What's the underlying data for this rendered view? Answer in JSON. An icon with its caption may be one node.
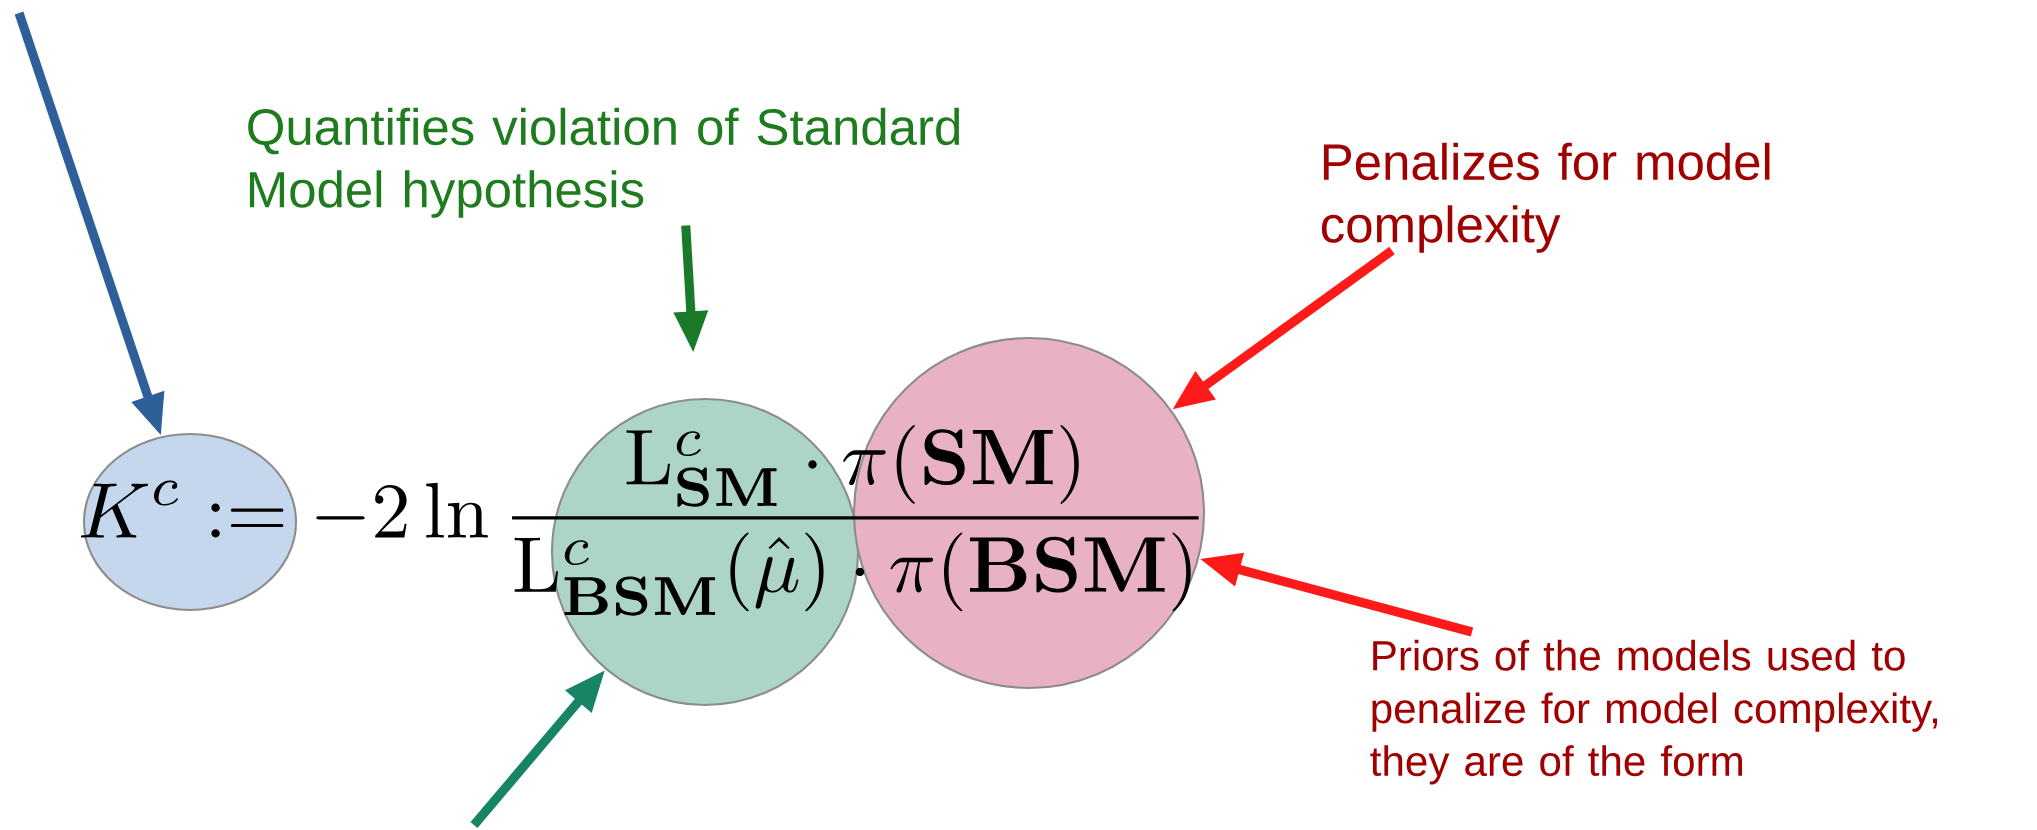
{
  "diagram": {
    "nodes": [
      {
        "text": [],
        "shape": "circle"
      },
      {
        "text": [],
        "shape": "circle"
      },
      {
        "text": [],
        "shape": "circle"
      },
      {
        "text": [
          "Quantifies violation of Standard Model hypothesis"
        ]
      },
      {
        "text": [
          "Penalizes for model complexity"
        ]
      },
      {
        "text": [
          "Priors of the models used to penalize for model complexity, they are of the form"
        ]
      }
    ],
    "edges": [
      {
        "from": null,
        "to": 0,
        "arrow": "to",
        "color": "#2e5f99"
      },
      {
        "from": 3,
        "to": 1,
        "arrow": "to",
        "color": "#1a7a2a"
      },
      {
        "from": null,
        "to": 1,
        "arrow": "to",
        "color": "#178466"
      },
      {
        "from": 4,
        "to": 2,
        "arrow": "to",
        "color": "#ff1a1a"
      },
      {
        "from": 5,
        "to": 2,
        "arrow": "to",
        "color": "#ff1a1a"
      }
    ],
    "labels": [
      "K^c := -2\\ln\\frac{\\mathrm{L}^c_{\\mathbf{SM}}\\cdot\\pi(\\mathbf{SM})}{\\mathrm{L}^c_{\\mathbf{BSM}}(\\hat{\\mu})\\cdot\\pi(\\mathbf{BSM})}"
    ]
  }
}
